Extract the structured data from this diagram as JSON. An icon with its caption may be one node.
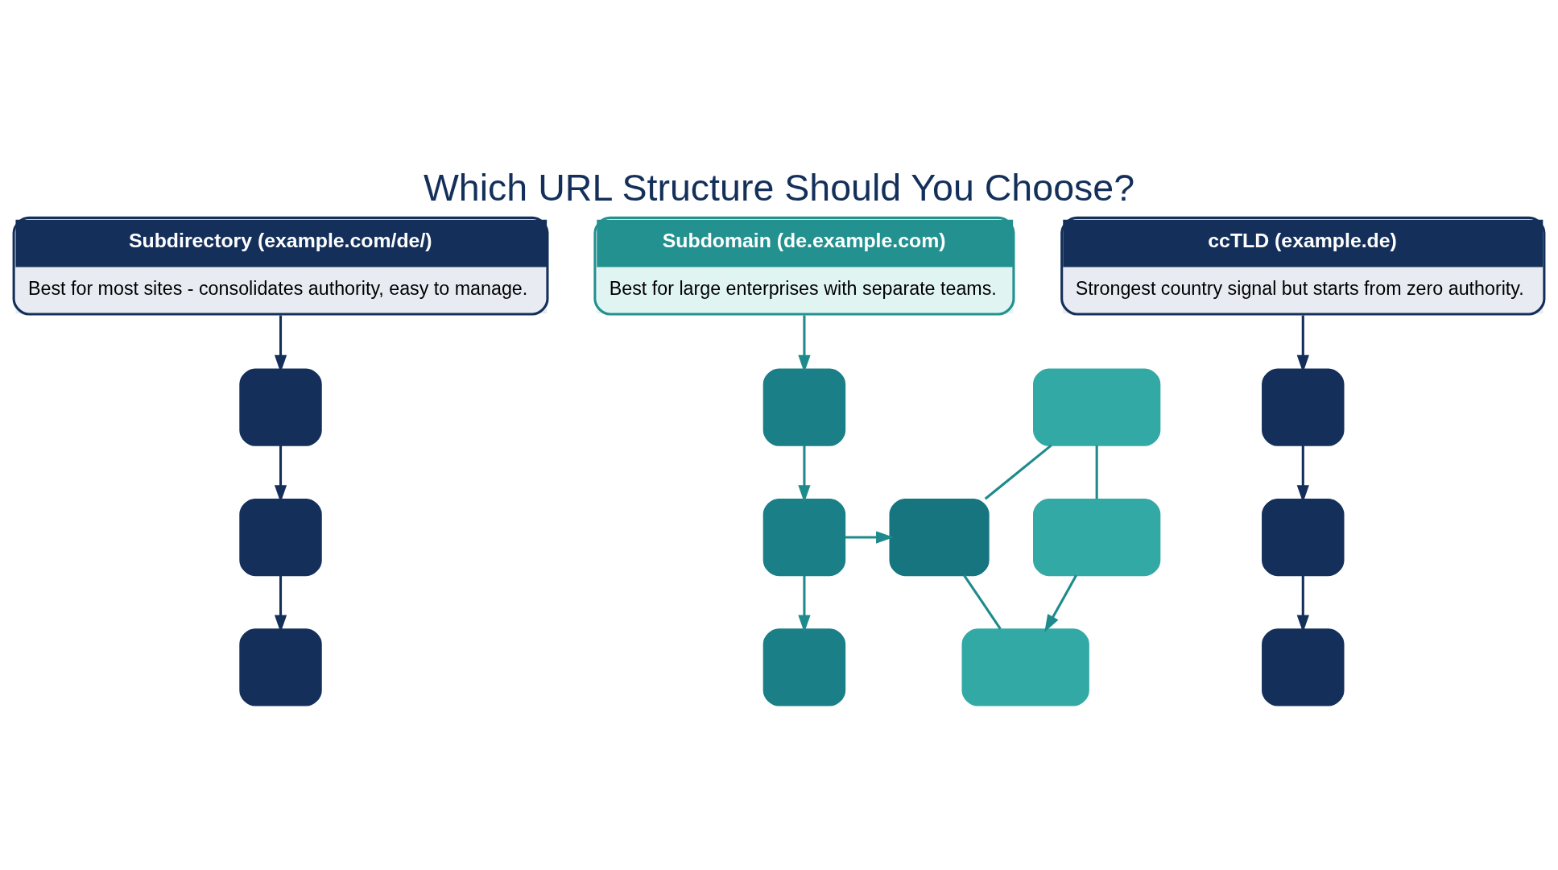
{
  "diagram": {
    "title": "Which URL Structure Should You Choose?",
    "nodes": [
      {
        "text": [
          "Subdirectory (example.com/de/)",
          "Best for most sites - consolidates authority, easy to manage."
        ]
      },
      {
        "text": [
          "Subdomain (de.example.com)",
          "Best for large enterprises with separate teams."
        ]
      },
      {
        "text": [
          "ccTLD (example.de)",
          "Strongest country signal but starts from zero authority."
        ]
      },
      {
        "text": [],
        "shape": "box"
      },
      {
        "text": [],
        "shape": "box"
      },
      {
        "text": [],
        "shape": "box"
      },
      {
        "text": [],
        "shape": "box"
      },
      {
        "text": [],
        "shape": "box"
      },
      {
        "text": [],
        "shape": "box"
      },
      {
        "text": [],
        "shape": "box"
      },
      {
        "text": [],
        "shape": "box"
      },
      {
        "text": [],
        "shape": "box"
      },
      {
        "text": [],
        "shape": "box"
      },
      {
        "text": [],
        "shape": "box"
      },
      {
        "text": [],
        "shape": "box"
      },
      {
        "text": [],
        "shape": "box"
      }
    ],
    "edges": [
      {
        "from": 0,
        "to": 3,
        "arrow": "to",
        "color": "#14305a"
      },
      {
        "from": 3,
        "to": 4,
        "arrow": "to",
        "color": "#14305a"
      },
      {
        "from": 4,
        "to": 5,
        "arrow": "to",
        "color": "#14305a"
      },
      {
        "from": 1,
        "to": 6,
        "arrow": "to"
      },
      {
        "from": 6,
        "to": 7,
        "arrow": "to"
      },
      {
        "from": 7,
        "to": 8,
        "arrow": "to"
      },
      {
        "from": 7,
        "to": 9,
        "arrow": "to"
      },
      {
        "from": 8,
        "to": 10,
        "arrow": "none"
      },
      {
        "from": 8,
        "to": 12,
        "arrow": "none"
      },
      {
        "from": 10,
        "to": 11,
        "arrow": "none"
      },
      {
        "from": 11,
        "to": 12,
        "arrow": "to"
      },
      {
        "from": 2,
        "to": 13,
        "arrow": "to",
        "color": "#14305a"
      },
      {
        "from": 13,
        "to": 14,
        "arrow": "to",
        "color": "#14305a"
      },
      {
        "from": 14,
        "to": 15,
        "arrow": "to",
        "color": "#14305a"
      }
    ]
  }
}
